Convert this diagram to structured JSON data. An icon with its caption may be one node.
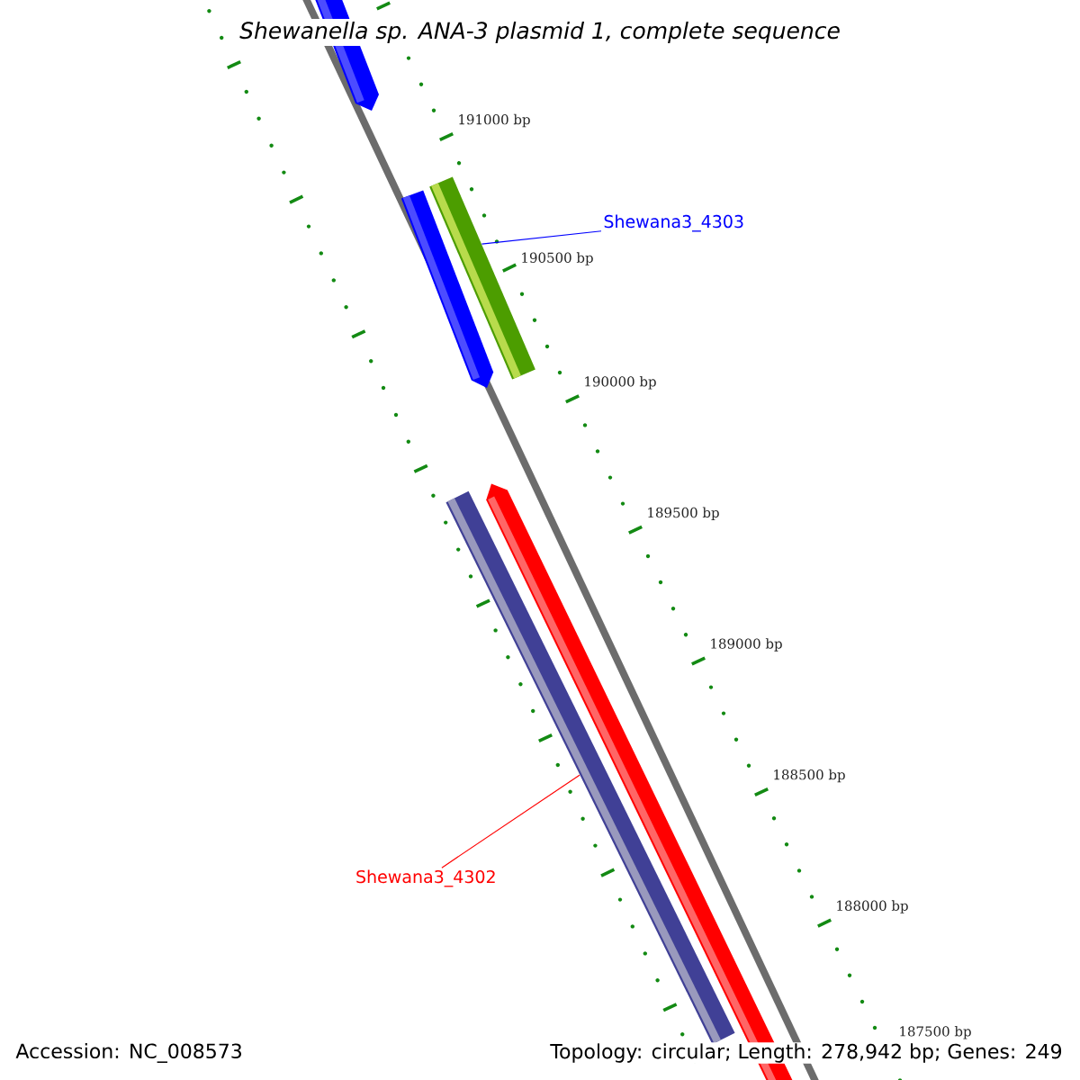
{
  "diagram": {
    "title": "Shewanella sp. ANA-3 plasmid 1, complete sequence",
    "nodes": [
      {
        "text": [
          "Shewana3_4303"
        ]
      },
      {
        "text": [
          "Shewana3_4302"
        ]
      },
      {
        "text": [],
        "shape": "bar"
      },
      {
        "text": [],
        "shape": "bar"
      }
    ],
    "edges": [
      {
        "from": 0,
        "to": 2,
        "arrow": "none",
        "color": "#0000ff"
      },
      {
        "from": 1,
        "to": 3,
        "arrow": "none",
        "color": "#ff0000"
      }
    ],
    "labels": [
      "191000 bp",
      "190500 bp",
      "190000 bp",
      "189500 bp",
      "189000 bp",
      "188500 bp",
      "188000 bp",
      "187500 bp",
      "Accession: NC_008573",
      "Topology: circular; Length: 278,942 bp; Genes: 249"
    ]
  }
}
